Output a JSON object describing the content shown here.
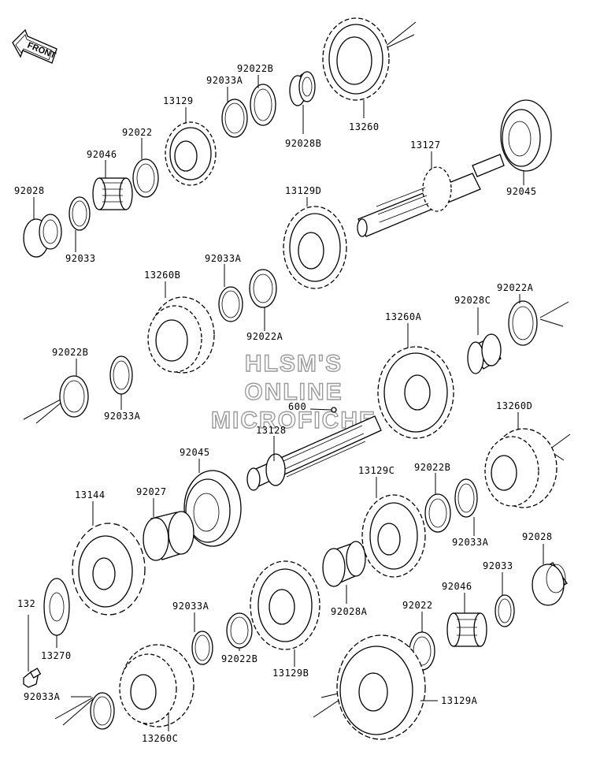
{
  "front_label": "FRONT",
  "watermark": [
    "HLSM'S",
    "ONLINE",
    "MICROFICHE"
  ],
  "labels": {
    "p13260": "13260",
    "p92022B_top": "92022B",
    "p92033A_top": "92033A",
    "p13129": "13129",
    "p92028B": "92028B",
    "p92022": "92022",
    "p92046": "92046",
    "p92028": "92028",
    "p92033": "92033",
    "p13127": "13127",
    "p92045_top": "92045",
    "p13129D": "13129D",
    "p92033A_mid": "92033A",
    "p13260B": "13260B",
    "p92022A_mid": "92022A",
    "p92028C": "92028C",
    "p92022A_right": "92022A",
    "p13260A": "13260A",
    "p92022B_left": "92022B",
    "p92033A_left": "92033A",
    "p600": "600",
    "p13128": "13128",
    "p13260D": "13260D",
    "p92045_mid": "92045",
    "p13144": "13144",
    "p92027": "92027",
    "p13129C": "13129C",
    "p92022B_mid": "92022B",
    "p92033A_right": "92033A",
    "p92028_right": "92028",
    "p92033_right": "92033",
    "p92046_right": "92046",
    "p92022_low": "92022",
    "p132": "132",
    "p13270": "13270",
    "p92033A_low": "92033A",
    "p92022B_low": "92022B",
    "p13129B": "13129B",
    "p92028A": "92028A",
    "p92033A_bottom": "92033A",
    "p13260C": "13260C",
    "p13129A": "13129A"
  }
}
